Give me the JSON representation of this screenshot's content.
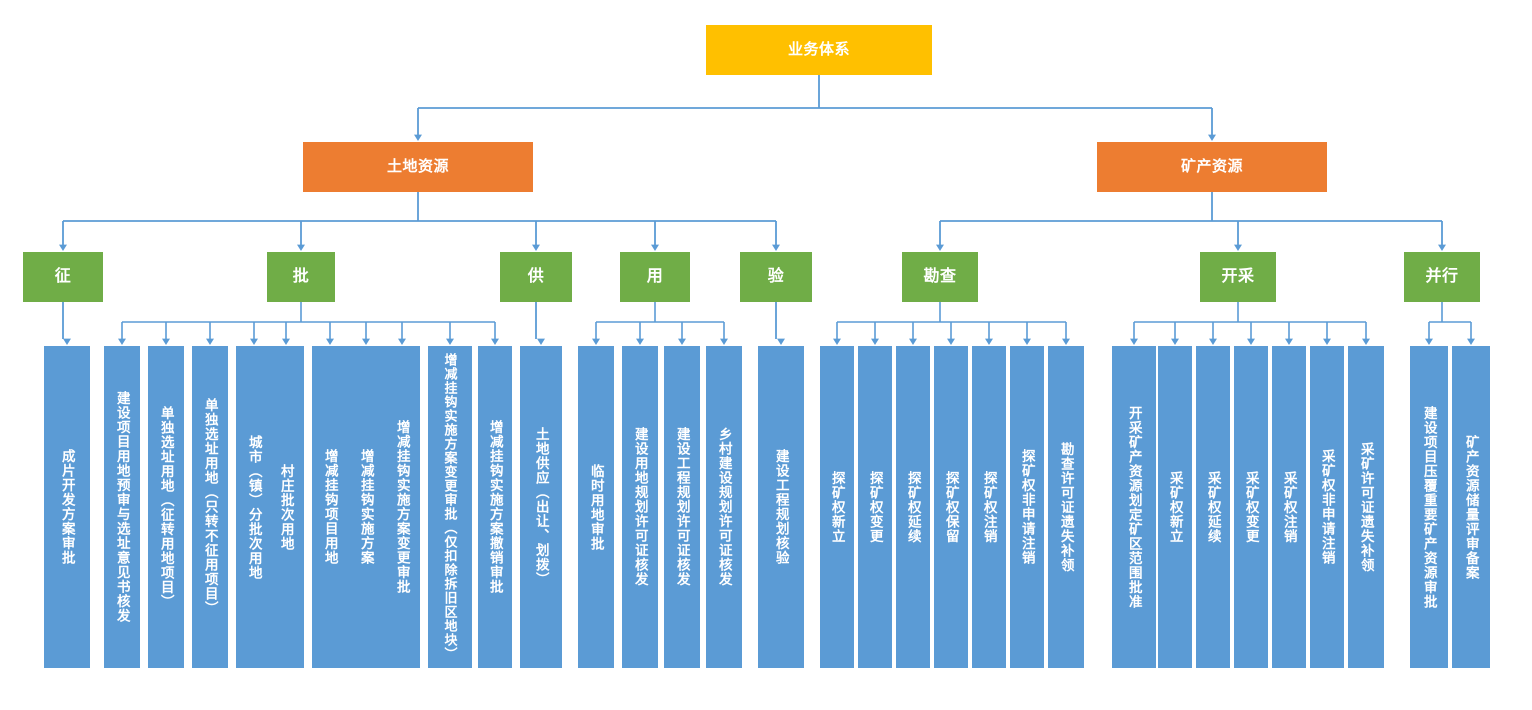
{
  "diagram": {
    "title": "业务体系",
    "type": "organization-tree",
    "colors": {
      "root": "#FFC000",
      "level2": "#ED7D31",
      "level3": "#70AD47",
      "leaf": "#5B9BD5",
      "connector": "#5B9BD5",
      "background": "#FFFFFF",
      "text": "#FFFFFF"
    },
    "root": {
      "label": "业务体系"
    },
    "level2": [
      {
        "key": "land",
        "label": "土地资源"
      },
      {
        "key": "mineral",
        "label": "矿产资源"
      }
    ],
    "level3": [
      {
        "key": "zheng",
        "label": "征",
        "parent": "land"
      },
      {
        "key": "pi",
        "label": "批",
        "parent": "land"
      },
      {
        "key": "gong",
        "label": "供",
        "parent": "land"
      },
      {
        "key": "yong",
        "label": "用",
        "parent": "land"
      },
      {
        "key": "yan",
        "label": "验",
        "parent": "land"
      },
      {
        "key": "kancha",
        "label": "勘查",
        "parent": "mineral"
      },
      {
        "key": "kaicai",
        "label": "开采",
        "parent": "mineral"
      },
      {
        "key": "bingxing",
        "label": "并行",
        "parent": "mineral"
      }
    ],
    "leaves": [
      {
        "parent": "zheng",
        "label": "成片开发方案审批"
      },
      {
        "parent": "pi",
        "label": "建设项目用地预审与选址意见书核发"
      },
      {
        "parent": "pi",
        "label": "单独选址用地（征转用地项目）"
      },
      {
        "parent": "pi",
        "label": "单独选址用地（只转不征用项目）"
      },
      {
        "parent": "pi",
        "label": "城市（镇）分批次用地"
      },
      {
        "parent": "pi",
        "label": "村庄批次用地"
      },
      {
        "parent": "pi",
        "label": "增减挂钩项目用地"
      },
      {
        "parent": "pi",
        "label": "增减挂钩实施方案"
      },
      {
        "parent": "pi",
        "label": "增减挂钩实施方案变更审批"
      },
      {
        "parent": "pi",
        "label": "增减挂钩实施方案变更审批（仅扣除拆旧区地块）"
      },
      {
        "parent": "pi",
        "label": "增减挂钩实施方案撤销审批"
      },
      {
        "parent": "gong",
        "label": "土地供应（出让、划拨）"
      },
      {
        "parent": "yong",
        "label": "临时用地审批"
      },
      {
        "parent": "yong",
        "label": "建设用地规划许可证核发"
      },
      {
        "parent": "yong",
        "label": "建设工程规划许可证核发"
      },
      {
        "parent": "yong",
        "label": "乡村建设规划许可证核发"
      },
      {
        "parent": "yan",
        "label": "建设工程规划核验"
      },
      {
        "parent": "kancha",
        "label": "探矿权新立"
      },
      {
        "parent": "kancha",
        "label": "探矿权变更"
      },
      {
        "parent": "kancha",
        "label": "探矿权延续"
      },
      {
        "parent": "kancha",
        "label": "探矿权保留"
      },
      {
        "parent": "kancha",
        "label": "探矿权注销"
      },
      {
        "parent": "kancha",
        "label": "探矿权非申请注销"
      },
      {
        "parent": "kancha",
        "label": "勘查许可证遗失补领"
      },
      {
        "parent": "kaicai",
        "label": "开采矿产资源划定矿区范围批准"
      },
      {
        "parent": "kaicai",
        "label": "采矿权新立"
      },
      {
        "parent": "kaicai",
        "label": "采矿权延续"
      },
      {
        "parent": "kaicai",
        "label": "采矿权变更"
      },
      {
        "parent": "kaicai",
        "label": "采矿权注销"
      },
      {
        "parent": "kaicai",
        "label": "采矿权非申请注销"
      },
      {
        "parent": "kaicai",
        "label": "采矿许可证遗失补领"
      },
      {
        "parent": "bingxing",
        "label": "建设项目压覆重要矿产资源审批"
      },
      {
        "parent": "bingxing",
        "label": "矿产资源储量评审备案"
      }
    ]
  }
}
